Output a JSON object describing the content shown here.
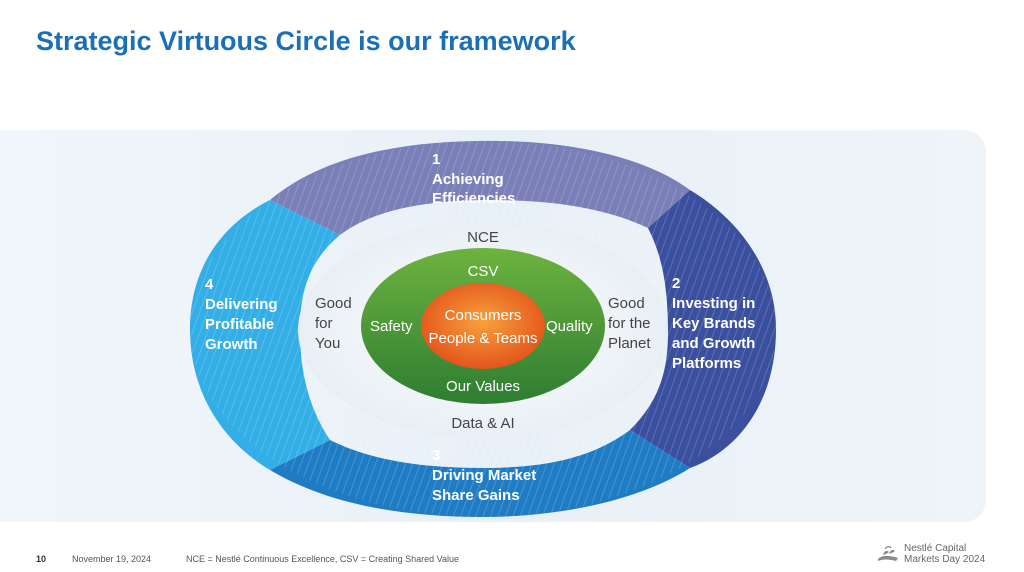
{
  "title": "Strategic Virtuous Circle is our framework",
  "segments": {
    "s1": {
      "num": "1",
      "line1": "Achieving",
      "line2": "Efficiencies",
      "line3": "",
      "line4": ""
    },
    "s2": {
      "num": "2",
      "line1": "Investing in",
      "line2": "Key Brands",
      "line3": "and Growth",
      "line4": "Platforms"
    },
    "s3": {
      "num": "3",
      "line1": "Driving Market",
      "line2": "Share Gains",
      "line3": "",
      "line4": ""
    },
    "s4": {
      "num": "4",
      "line1": "Delivering",
      "line2": "Profitable",
      "line3": "Growth",
      "line4": ""
    }
  },
  "inner": {
    "top": "NCE",
    "bottom": "Data & AI",
    "left": {
      "line1": "Good",
      "line2": "for",
      "line3": "You"
    },
    "right": {
      "line1": "Good",
      "line2": "for the",
      "line3": "Planet"
    }
  },
  "core": {
    "top": "CSV",
    "bottom": "Our Values",
    "left": "Safety",
    "right": "Quality",
    "center1": "Consumers",
    "center2": "People & Teams"
  },
  "footer": {
    "page": "10",
    "date": "November 19, 2024",
    "note": "NCE = Nestlé Continuous Excellence, CSV = Creating Shared Value",
    "brand1": "Nestlé Capital",
    "brand2": "Markets Day 2024"
  },
  "colors": {
    "title": "#1a6fb5",
    "seg1": "#7b7fb8",
    "seg2": "#3a4f9e",
    "seg3": "#1f7cc4",
    "seg4": "#33aee6",
    "csv": "#4f9a2a",
    "core": "#ee7d1f"
  }
}
